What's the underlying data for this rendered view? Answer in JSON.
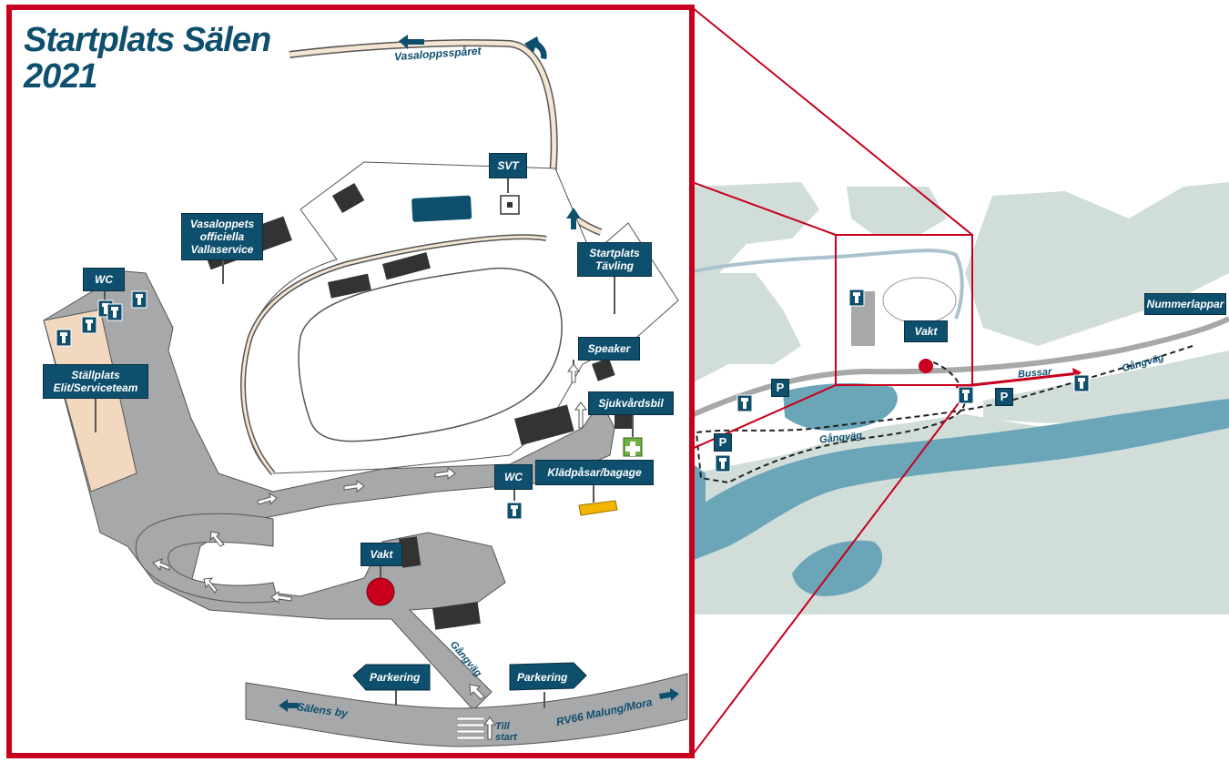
{
  "title": {
    "line1": "Startplats Sälen",
    "line2": "2021"
  },
  "colors": {
    "frame": "#c8001e",
    "sign": "#0f4f6e",
    "road": "#a7a8aa",
    "water": "#6aa5b8",
    "land": "#d0ddd9",
    "elite": "#f2d8bf",
    "medical": "#6db33f",
    "baggage": "#f2b600"
  },
  "detail_map": {
    "labels": {
      "vasaloppsparet": "Vasaloppsspåret",
      "svt": "SVT",
      "valla": "Vasaloppets officiella Vallaservice",
      "startplats": "Startplats Tävling",
      "wc_top": "WC",
      "stallplats": "Ställplats Elit/Serviceteam",
      "speaker": "Speaker",
      "sjukvard": "Sjukvårdsbil",
      "wc_mid": "WC",
      "kladpasar": "Klädpåsar/bagage",
      "vakt": "Vakt",
      "gangvag": "Gångväg",
      "parkering_left": "Parkering",
      "parkering_right": "Parkering",
      "salens_by": "Sälens by",
      "rv66": "RV66 Malung/Mora",
      "till_start": "Till start"
    }
  },
  "overview_map": {
    "labels": {
      "vakt": "Vakt",
      "nummerlappar": "Nummerlappar",
      "bussar": "Bussar",
      "gangvag_upper": "Gångväg",
      "gangvag_lower": "Gångväg",
      "parking_symbol": "P"
    }
  }
}
